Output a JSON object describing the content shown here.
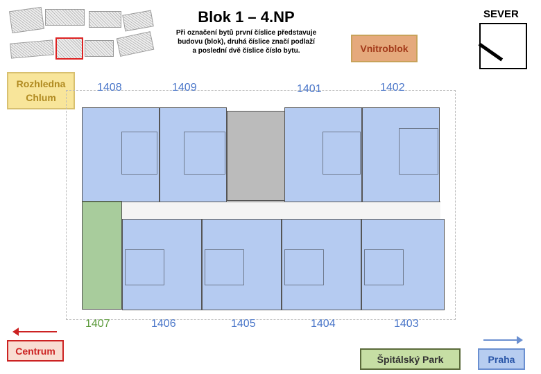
{
  "title": "Blok 1 – 4.NP",
  "description": [
    "Při označení bytů první číslice představuje",
    "budovu (blok), druhá číslice značí podlaží",
    "a poslední dvě číslice číslo bytu."
  ],
  "labels": {
    "vnitroblok": "Vnitroblok",
    "rozhledna": "Rozhledna Chlum",
    "centrum": "Centrum",
    "spitalsky": "Špitálský Park",
    "praha": "Praha",
    "sever": "SEVER"
  },
  "apartments_top": [
    "1408",
    "1409",
    "1401",
    "1402"
  ],
  "apartments_bottom": [
    "1407",
    "1406",
    "1405",
    "1404",
    "1403"
  ],
  "colors": {
    "apartment": "#7aa0e6",
    "green_apartment": "#6eaa5a",
    "vnitroblok": "#e5a97c",
    "rozhledna": "#f8e59a",
    "centrum": "#f9ddd2",
    "spitalsky": "#c6dea4",
    "praha": "#b7cdf0"
  }
}
